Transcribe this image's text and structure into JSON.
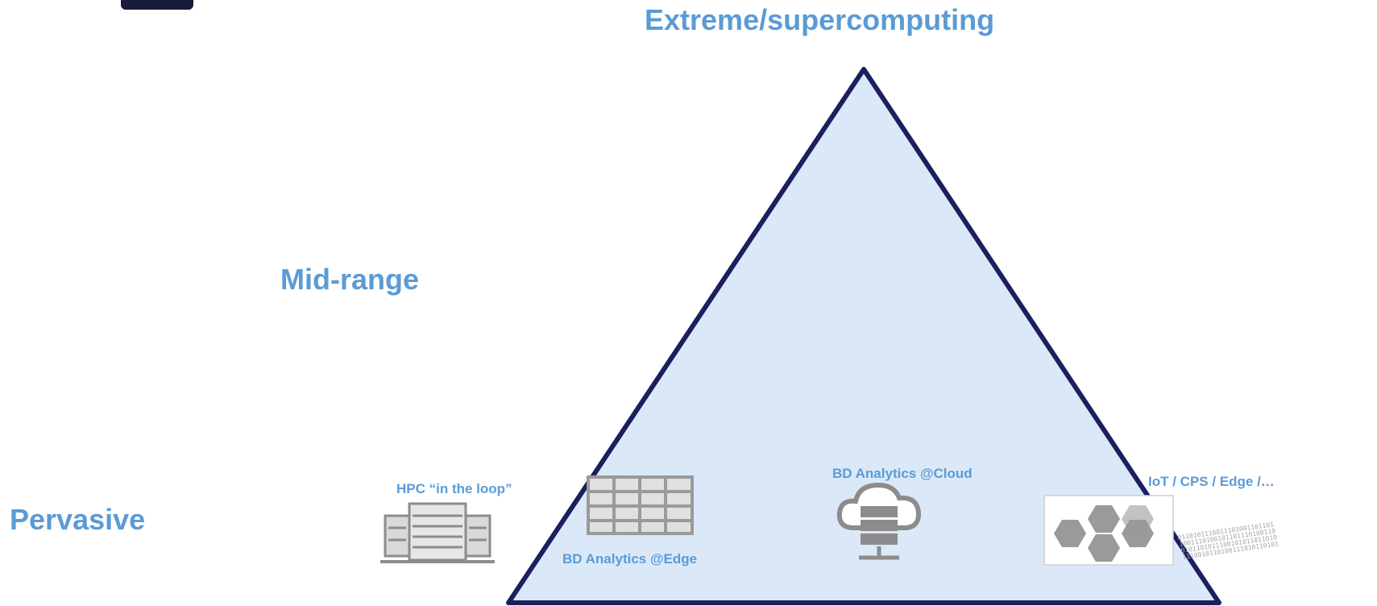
{
  "levels": {
    "top": "Extreme/supercomputing",
    "middle": "Mid-range",
    "bottom": "Pervasive"
  },
  "nodes": {
    "hpc_loop": "HPC “in the loop”",
    "edge_analytics": "BD Analytics @Edge",
    "cloud_analytics": "BD Analytics @Cloud",
    "iot": "IoT / CPS / Edge /…"
  },
  "icons": {
    "hpc": "server-rack-icon",
    "edge": "analytics-dashboard-icon",
    "cloud": "cloud-server-icon",
    "iot": "iot-hexagon-icon",
    "data_stream": "binary-stream-icon"
  },
  "colors": {
    "label_blue": "#5b9bd5",
    "triangle_fill": "#dae8f8",
    "triangle_stroke": "#1b1f5e",
    "icon_gray": "#8c8c8c"
  }
}
